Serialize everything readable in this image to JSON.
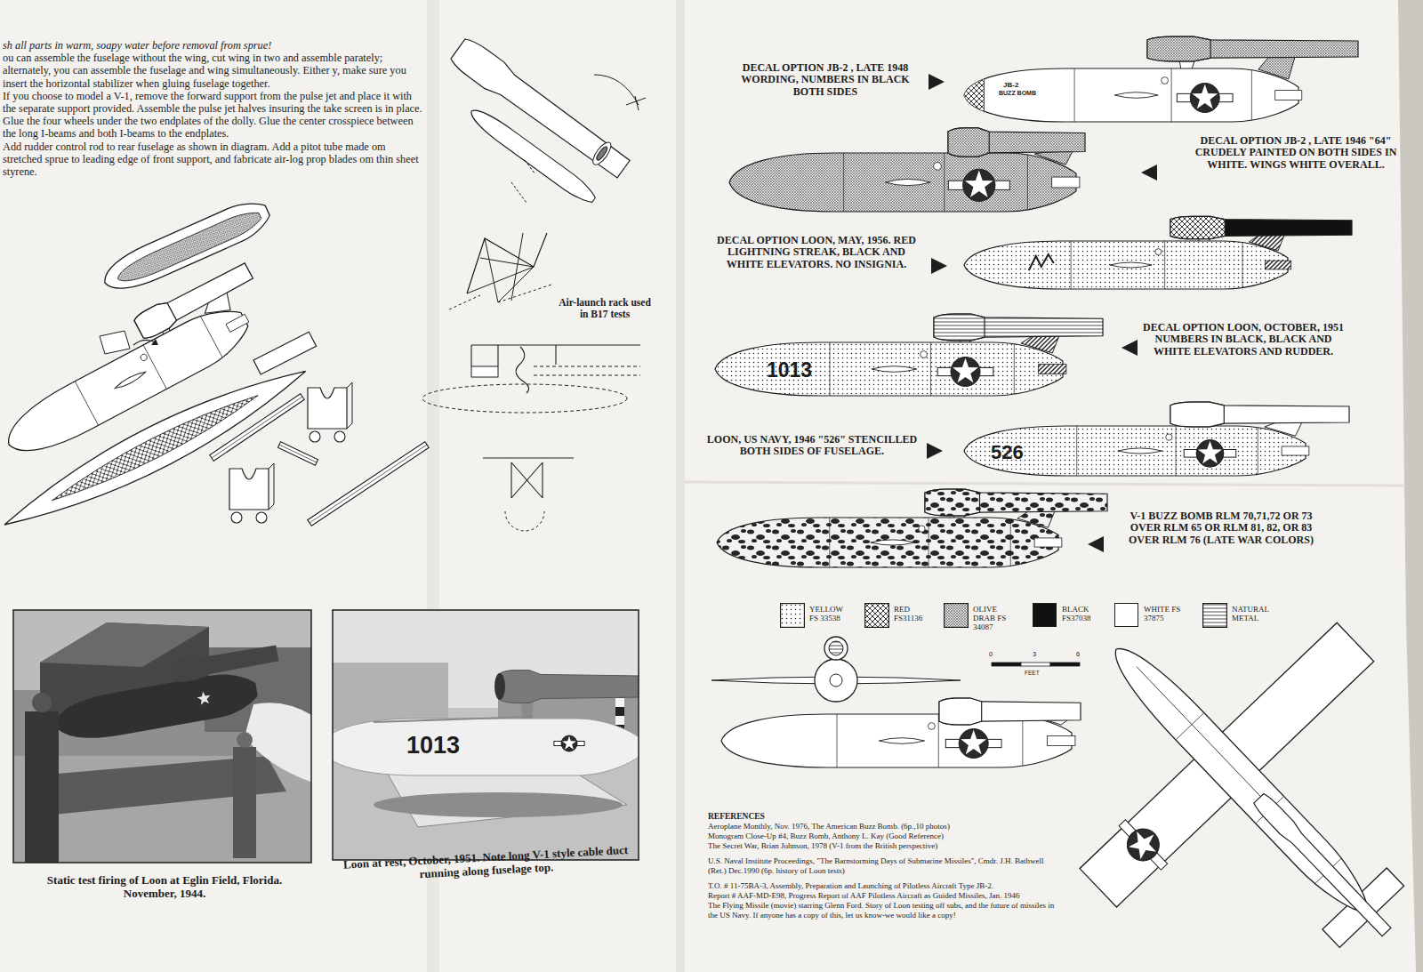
{
  "diagram": {
    "labels": [
      "sh all parts in warm, soapy water before removal from sprue!",
      "ou can assemble the fuselage without the wing, cut wing in two and assemble parately; alternately, you can assemble the fuselage and wing simultaneously. Either y, make sure you insert the horizontal stabilizer when gluing fuselage together.",
      "If you choose to model a V-1, remove the forward support from the pulse jet and place it with the separate support provided. Assemble the pulse jet halves insuring the take screen is in place.",
      "Glue the four wheels under the two endplates of the dolly. Glue the center crosspiece between the long I-beams and both I-beams to the endplates.",
      "Add rudder control rod to rear fuselage as shown in diagram. Add a pitot tube made om stretched sprue to leading edge of front support, and fabricate air-log prop blades om thin sheet styrene.",
      "Air-launch rack used in B17 tests",
      "Static test firing of Loon at Eglin Field, Florida. November, 1944.",
      "Loon at rest, October, 1951. Note long V-1 style cable duct running along fuselage top.",
      "1013",
      "DECAL OPTION JB-2 , LATE 1948 WORDING, NUMBERS IN BLACK BOTH SIDES",
      "JB-2",
      "BUZZ BOMB",
      "DECAL OPTION JB-2 , LATE 1946 \"64\" CRUDELY PAINTED ON BOTH SIDES IN WHITE. WINGS WHITE OVERALL.",
      "DECAL OPTION LOON, MAY, 1956. RED LIGHTNING STREAK, BLACK AND WHITE ELEVATORS. NO INSIGNIA.",
      "DECAL OPTION LOON, OCTOBER, 1951 NUMBERS IN BLACK, BLACK AND WHITE ELEVATORS AND RUDDER.",
      "1013",
      "LOON, US NAVY, 1946 \"526\" STENCILLED BOTH SIDES OF FUSELAGE.",
      "526",
      "V-1 BUZZ BOMB RLM 70,71,72 OR 73 OVER RLM 65 OR RLM 81, 82, OR 83 OVER RLM 76 (LATE WAR COLORS)",
      "0",
      "3",
      "6",
      "FEET",
      "REFERENCES",
      "Aeroplane Monthly, Nov. 1976, The American Buzz Bomb. (6p.,10 photos)",
      "Monogram Close-Up #4, Buzz Bomb, Anthony L. Kay (Good Reference)",
      "The Secret War, Brian Johnson, 1978 (V-1 from the British perspective)",
      "U.S. Naval Institute Proceedings, \"The Barnstorming Days of Submarine Missiles\", Cmdr. J.H. Bathwell (Ret.) Dec.1990 (6p. history of Loon tests)",
      "T.O. # 11-75BA-3, Assembly, Preparation and Launching of Pilotless Aircraft Type JB-2.",
      "Report # AAF-MD-E98, Progress Report of AAF Pilotless Aircraft as Guided Missiles, Jan. 1946",
      "The Flying Missile (movie) starring Glenn Ford. Story of Loon testing off subs, and the future of missiles in the US Navy. If anyone has a copy of this, let us know-we would like a copy!"
    ],
    "legend": [
      {
        "text": "YELLOW FS 33538"
      },
      {
        "text": "RED FS31136"
      },
      {
        "text": "OLIVE DRAB FS 34087"
      },
      {
        "text": "BLACK FS37038",
        "color": "#111111"
      },
      {
        "text": "WHITE FS 37875",
        "color": "#ffffff"
      },
      {
        "text": "NATURAL METAL"
      }
    ]
  }
}
